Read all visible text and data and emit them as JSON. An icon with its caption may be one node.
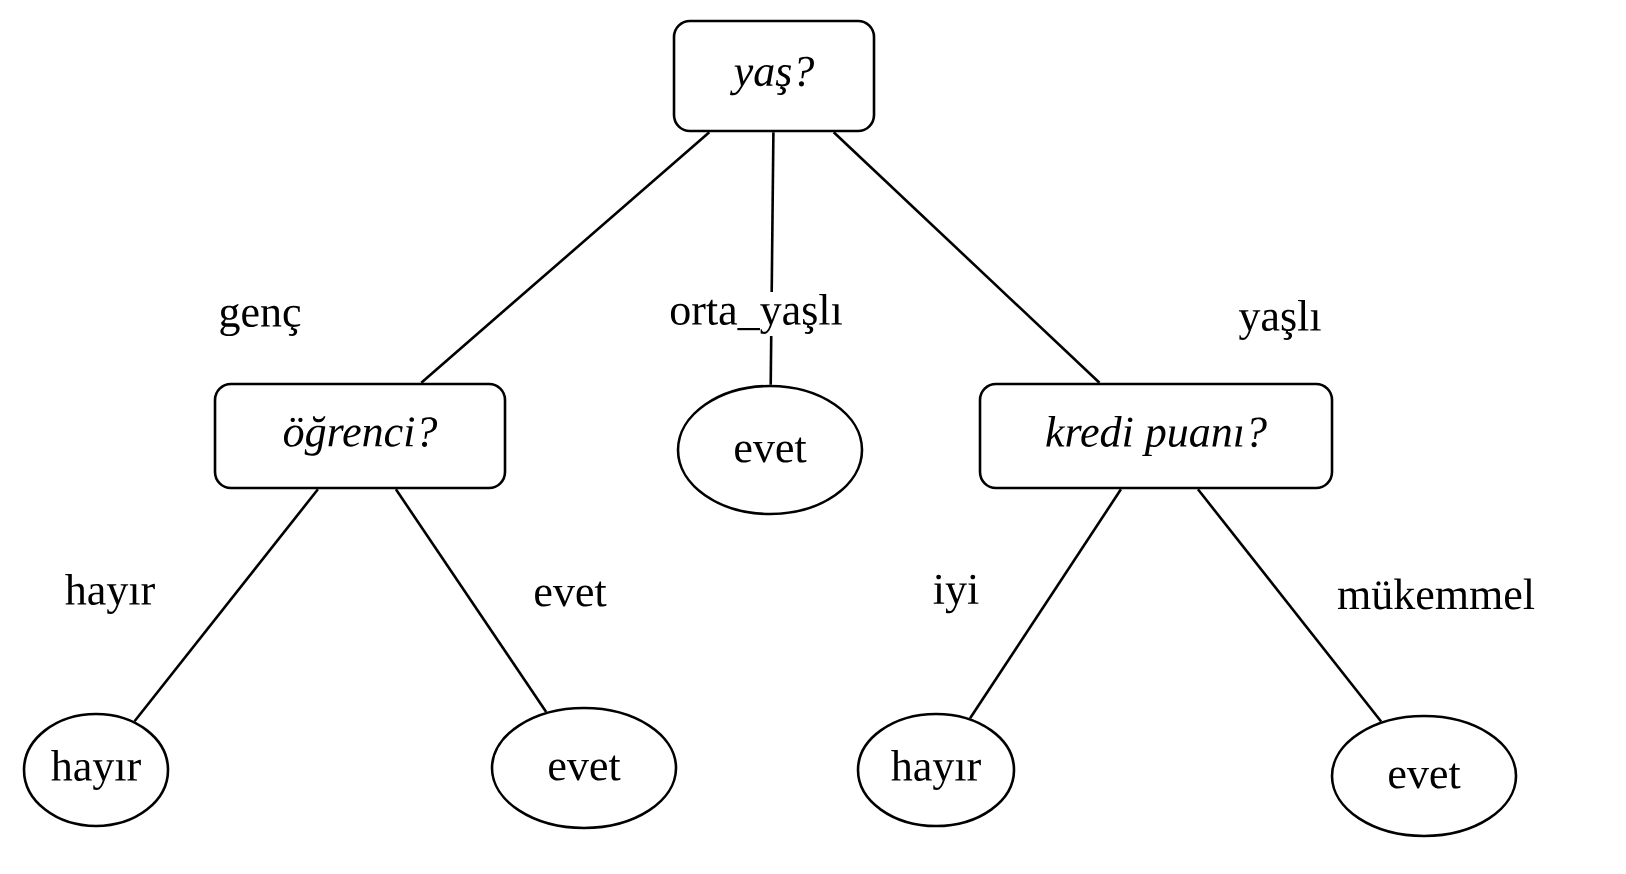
{
  "diagram": {
    "nodes": [
      {
        "text": [
          "yaş?"
        ]
      },
      {
        "text": [
          "öğrenci?"
        ]
      },
      {
        "text": [
          "evet"
        ]
      },
      {
        "text": [
          "kredi puanı?"
        ]
      },
      {
        "text": [
          "hayır"
        ]
      },
      {
        "text": [
          "evet"
        ]
      },
      {
        "text": [
          "hayır"
        ]
      },
      {
        "text": [
          "evet"
        ]
      }
    ],
    "edges": [
      {
        "from": 0,
        "to": 1,
        "arrow": "none",
        "label": "genç"
      },
      {
        "from": 0,
        "to": 2,
        "arrow": "none",
        "label": "orta_yaşlı"
      },
      {
        "from": 0,
        "to": 3,
        "arrow": "none",
        "label": "yaşlı"
      },
      {
        "from": 1,
        "to": 4,
        "arrow": "none",
        "label": "hayır"
      },
      {
        "from": 1,
        "to": 5,
        "arrow": "none",
        "label": "evet"
      },
      {
        "from": 3,
        "to": 6,
        "arrow": "none",
        "label": "iyi"
      },
      {
        "from": 3,
        "to": 7,
        "arrow": "none",
        "label": "mükemmel"
      }
    ]
  }
}
